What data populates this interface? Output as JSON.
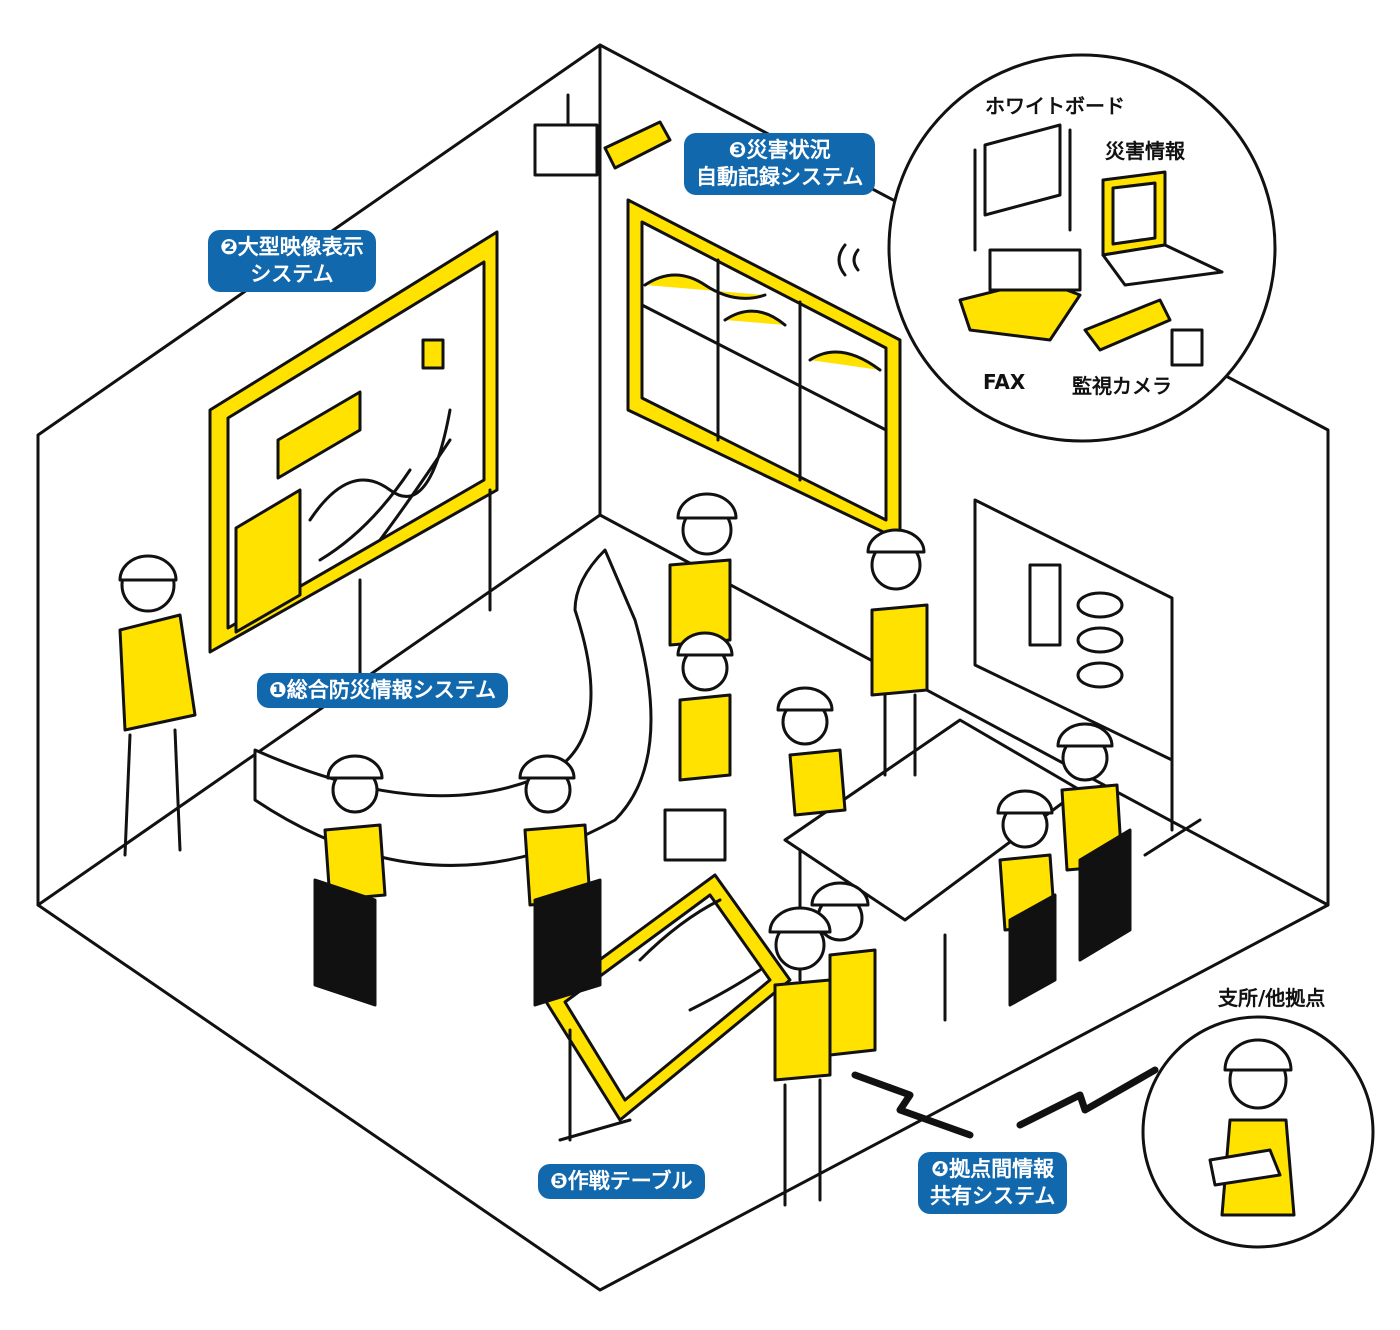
{
  "colors": {
    "label_bg": "#1268ad",
    "accent_yellow": "#ffe200",
    "line": "#111111"
  },
  "labels": {
    "system1": "❶総合防災情報システム",
    "system2_line1": "❷大型映像表示",
    "system2_line2": "システム",
    "system3_line1": "❸災害状況",
    "system3_line2": "自動記録システム",
    "system4_line1": "❹拠点間情報",
    "system4_line2": "共有システム",
    "system5": "❺作戦テーブル"
  },
  "inset_devices": {
    "whiteboard": "ホワイトボード",
    "disaster_info": "災害情報",
    "fax": "FAX",
    "camera": "監視カメラ"
  },
  "remote": {
    "label": "支所/他拠点"
  }
}
